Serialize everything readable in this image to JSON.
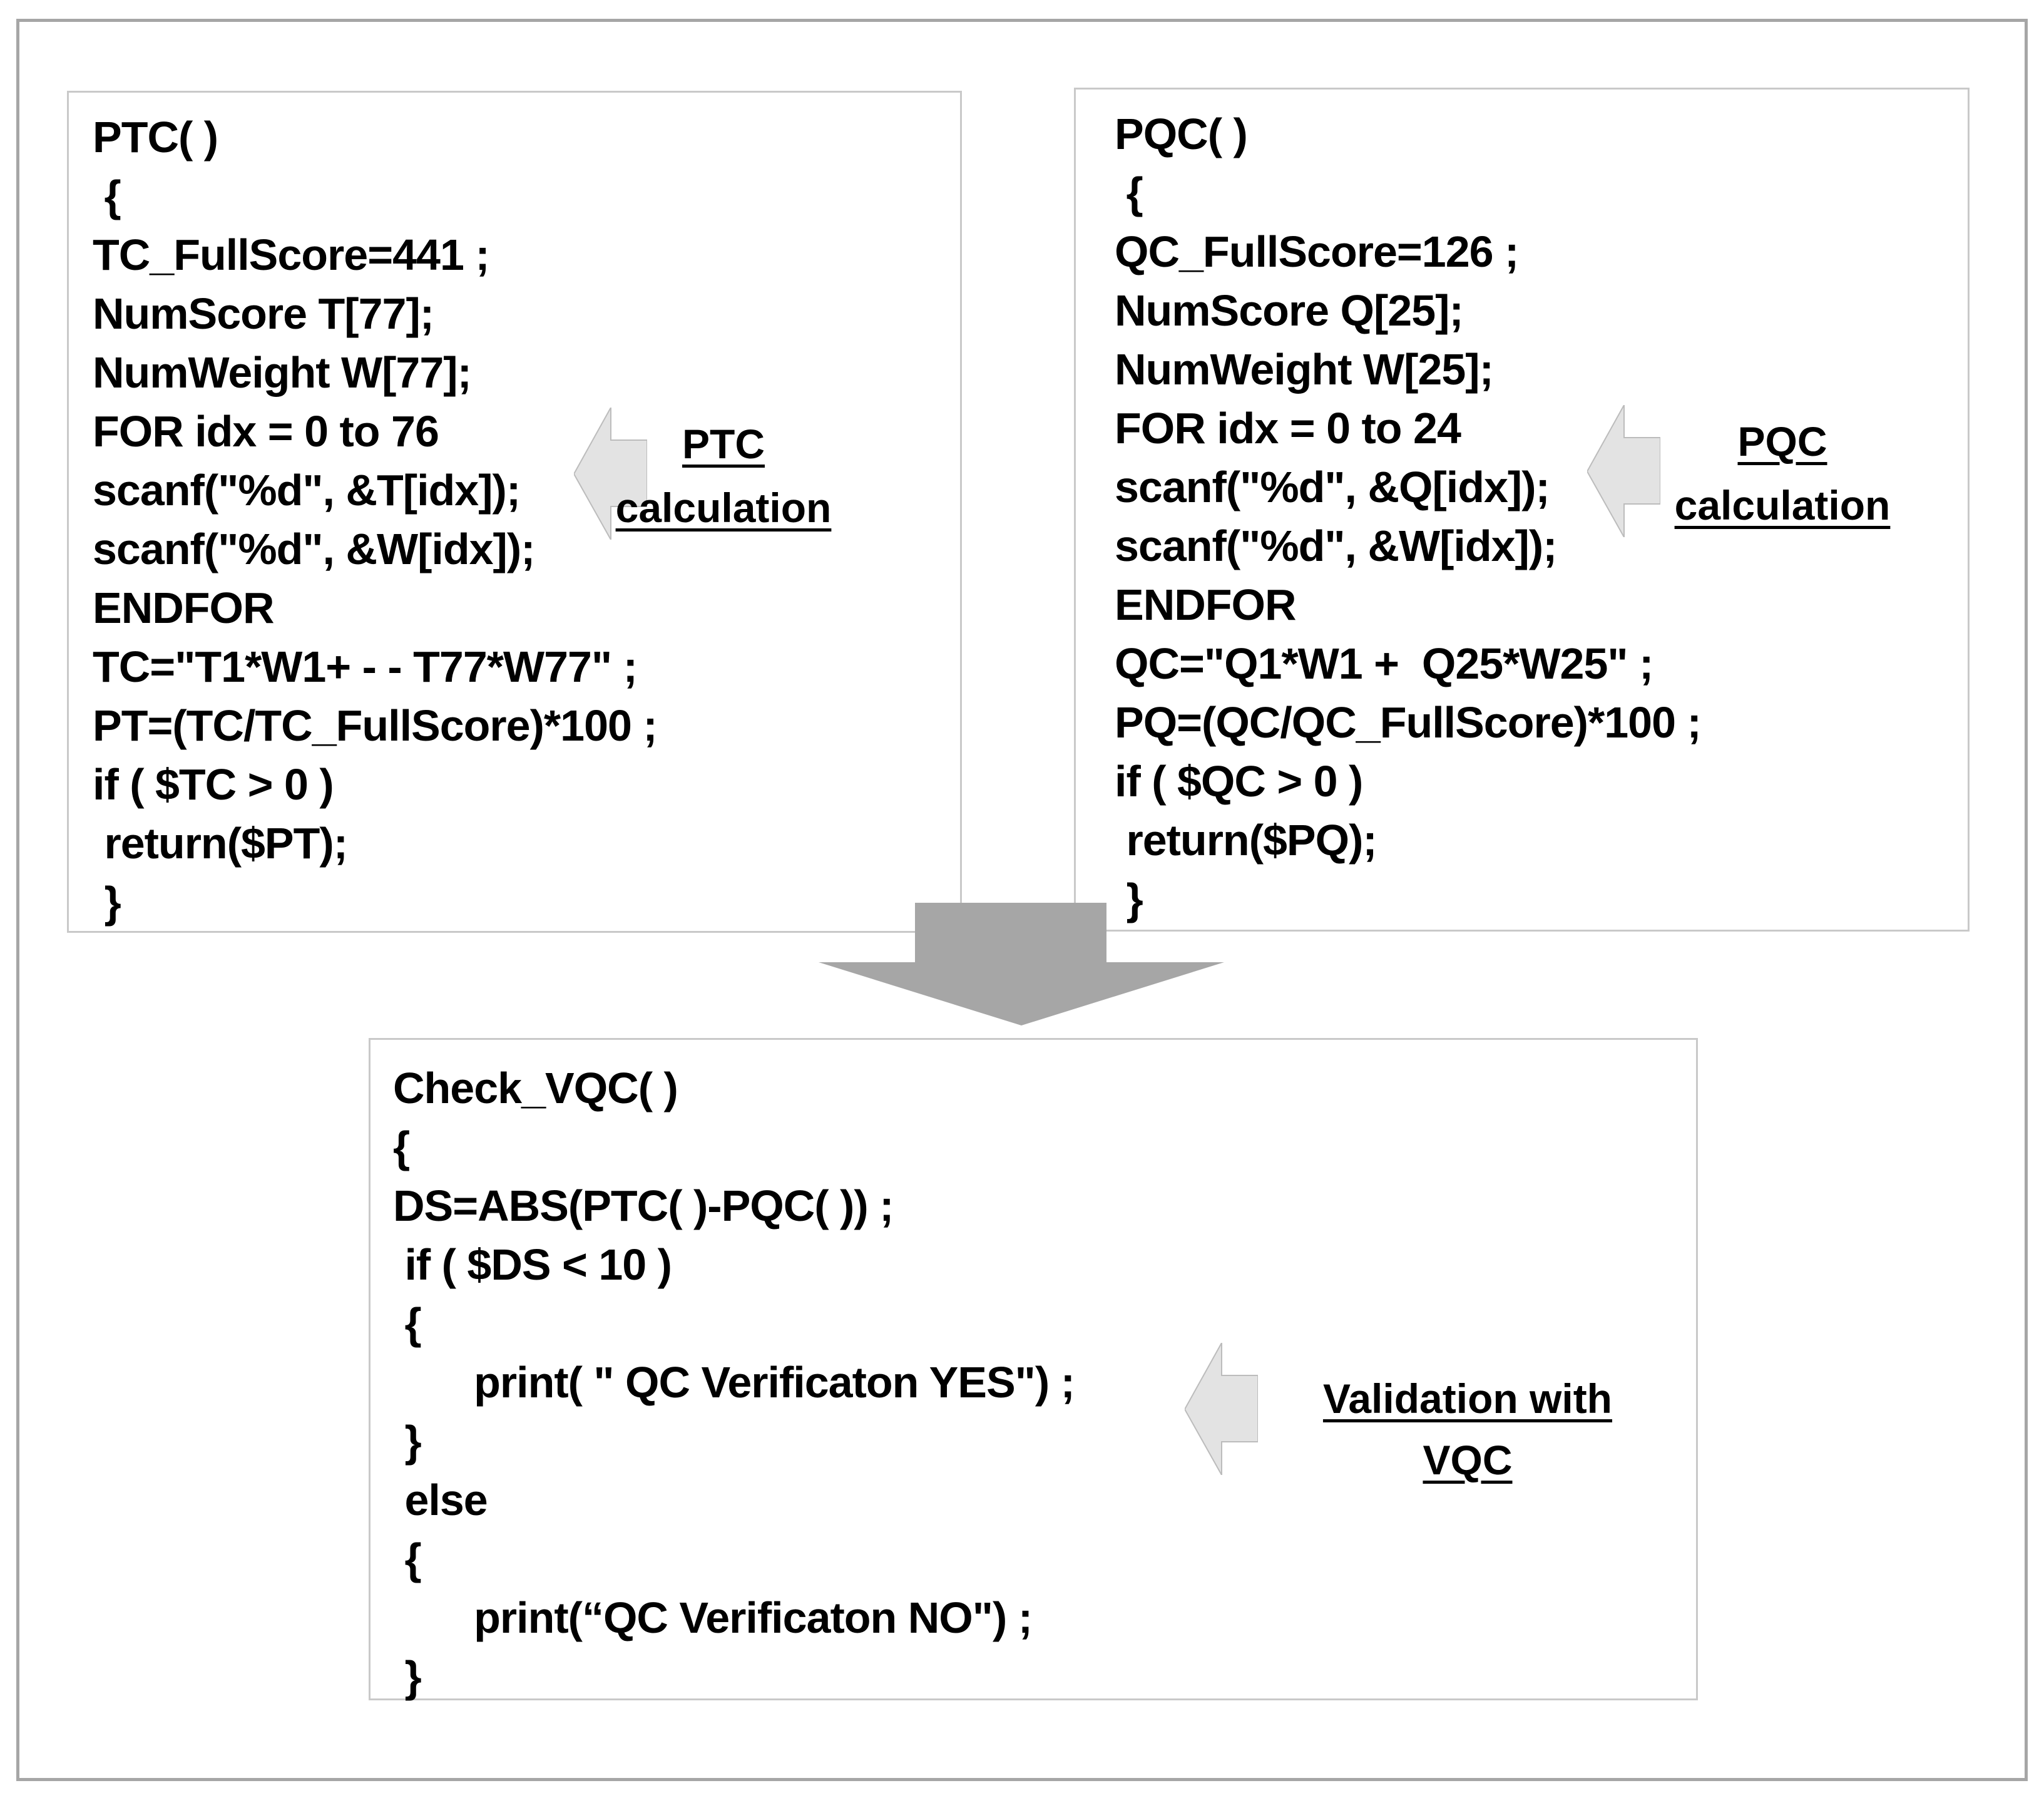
{
  "boxes": {
    "ptc": {
      "lines": [
        "PTC( )",
        " {",
        "TC_FullScore=441 ;",
        "NumScore T[77];",
        "NumWeight W[77];",
        "FOR idx = 0 to 76",
        "scanf(\"%d\", &T[idx]);",
        "scanf(\"%d\", &W[idx]);",
        "ENDFOR",
        "TC=\"T1*W1+ - - T77*W77\" ;",
        "PT=(TC/TC_FullScore)*100 ;",
        "if ( $TC > 0 )",
        " return($PT);",
        " }"
      ]
    },
    "pqc": {
      "lines": [
        "PQC( )",
        " {",
        "QC_FullScore=126 ;",
        "NumScore Q[25];",
        "NumWeight W[25];",
        "FOR idx = 0 to 24",
        "scanf(\"%d\", &Q[idx]);",
        "scanf(\"%d\", &W[idx]);",
        "ENDFOR",
        "QC=\"Q1*W1 +  Q25*W25\" ;",
        "PQ=(QC/QC_FullScore)*100 ;",
        "if ( $QC > 0 )",
        " return($PQ);",
        " }"
      ]
    },
    "vqc": {
      "lines": [
        "Check_VQC( )",
        "{",
        "DS=ABS(PTC( )-PQC( )) ;",
        " if ( $DS < 10 )",
        " {",
        "       print( \" QC Verificaton YES\") ;",
        " }",
        " else",
        " {",
        "       print(“QC Verificaton NO\") ;",
        " }"
      ]
    }
  },
  "labels": {
    "ptc_arrow": {
      "line1": "PTC",
      "line2": "calculation"
    },
    "pqc_arrow": {
      "line1": "PQC",
      "line2": "calculation"
    },
    "vqc_arrow": {
      "line1": "Validation with",
      "line2": "VQC"
    }
  },
  "icons": {
    "ptc_arrow": "left-block-arrow",
    "pqc_arrow": "left-block-arrow",
    "vqc_arrow": "left-block-arrow",
    "flow_arrow": "down-block-arrow"
  },
  "colors": {
    "background": "#ffffff",
    "outer_frame_border": "#a6a6a6",
    "code_box_border": "#c9c9c9",
    "big_arrow_fill": "#a6a6a6",
    "small_arrow_fill": "#e3e3e3",
    "small_arrow_stroke": "#bcbcbc",
    "text": "#000000"
  }
}
